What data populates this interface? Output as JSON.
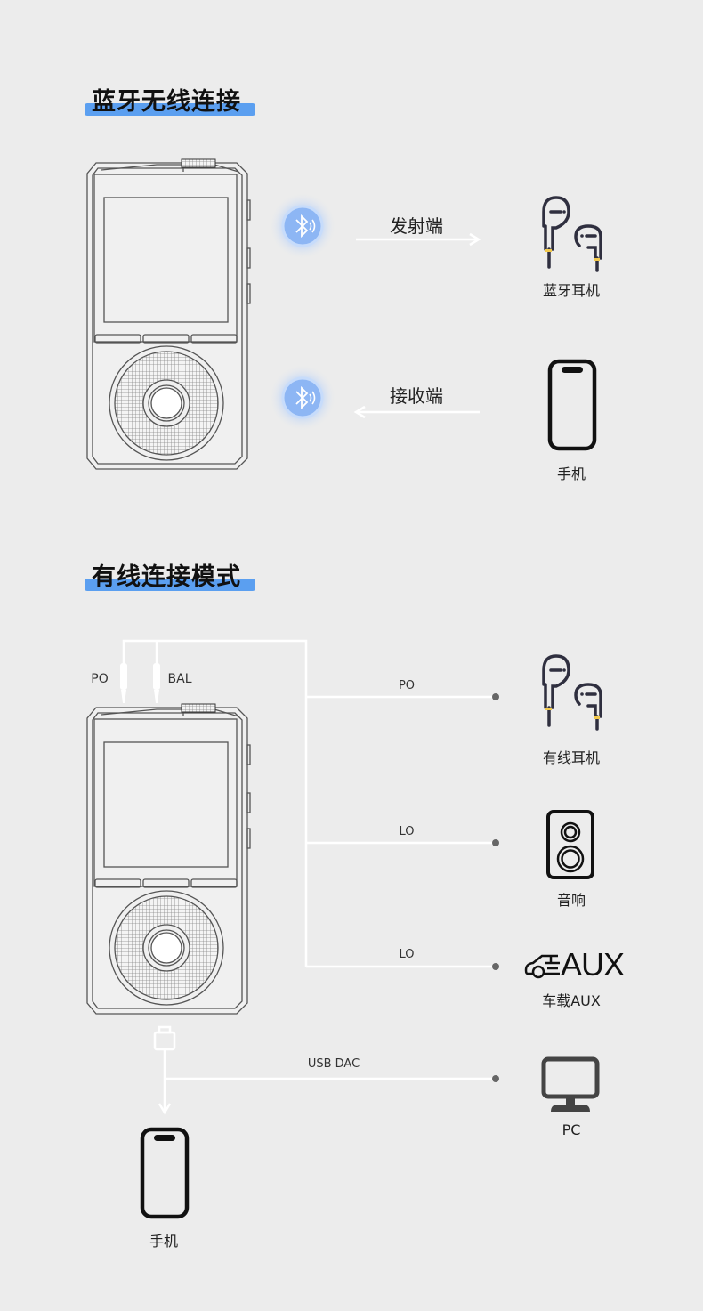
{
  "bluetooth_section": {
    "title": "蓝牙无线连接",
    "transmit_label": "发射端",
    "receive_label": "接收端",
    "bt_headphones_label": "蓝牙耳机",
    "phone_label": "手机"
  },
  "wired_section": {
    "title": "有线连接模式",
    "jack_po": "PO",
    "jack_bal": "BAL",
    "line_po": "PO",
    "line_lo_1": "LO",
    "line_lo_2": "LO",
    "line_usb": "USB DAC",
    "wired_headphones_label": "有线耳机",
    "speaker_label": "音响",
    "car_aux_label": "车载AUX",
    "car_aux_icon_text": "AUX",
    "pc_label": "PC",
    "phone_label": "手机"
  },
  "colors": {
    "accent": "#5b9ff0",
    "bluetooth": "#8fb8f5",
    "line": "#ffffff",
    "icon": "#2f2f3f",
    "earbud_accent": "#f2c94c"
  }
}
